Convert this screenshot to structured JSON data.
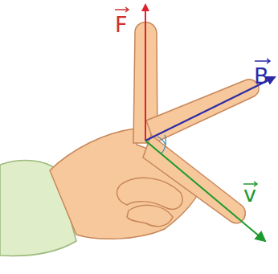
{
  "diagram": {
    "labels": [
      "F",
      "B",
      "v"
    ]
  }
}
